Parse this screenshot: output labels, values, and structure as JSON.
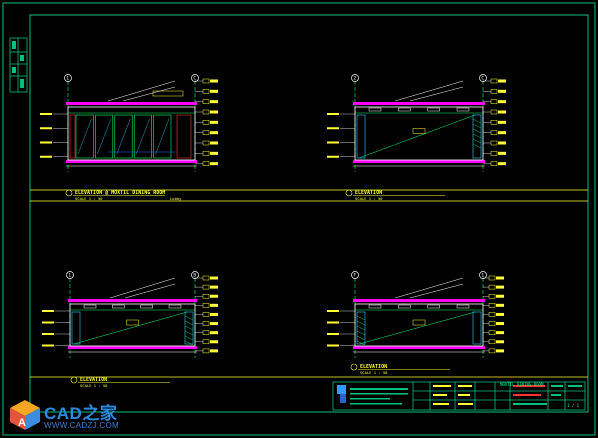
{
  "drawing": {
    "colors": {
      "border": "#00c080",
      "line": "#00ff66",
      "magenta": "#ff00ff",
      "yellow": "#ffff33",
      "red": "#ff3333",
      "blue": "#3366ff",
      "cyan": "#33ccff",
      "white": "#ffffff"
    },
    "elevations": [
      {
        "title": "ELEVATION @ MOXTIL DINING ROOM",
        "scale": "SCALE 1 : 50",
        "grid_left": "1",
        "grid_right": "C",
        "note": "Lobby"
      },
      {
        "title": "ELEVATION",
        "scale": "SCALE 1 : 50",
        "grid_left": "2",
        "grid_right": "C",
        "note": ""
      },
      {
        "title": "ELEVATION",
        "scale": "SCALE 1 : 50",
        "grid_left": "1",
        "grid_right": "B",
        "note": ""
      },
      {
        "title": "ELEVATION",
        "scale": "SCALE 1 : 50",
        "grid_left": "F",
        "grid_right": "1",
        "note": ""
      }
    ],
    "title_block": {
      "project": "MOXTIL DINING ROOM",
      "sheet_no": "1 / 1"
    }
  },
  "watermark": {
    "name": "CAD之家",
    "url": "WWW.CADZJ.COM",
    "logo": "cube-logo-icon"
  }
}
